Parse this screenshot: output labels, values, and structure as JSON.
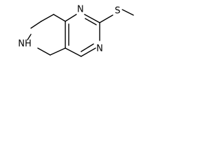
{
  "molecule": {
    "atoms": {
      "n_top": "N",
      "n_bottom": "N",
      "s_thio": "S",
      "nh": "NH"
    }
  },
  "colors": {
    "bond": "#000000",
    "text": "#000000",
    "background": "#ffffff"
  }
}
